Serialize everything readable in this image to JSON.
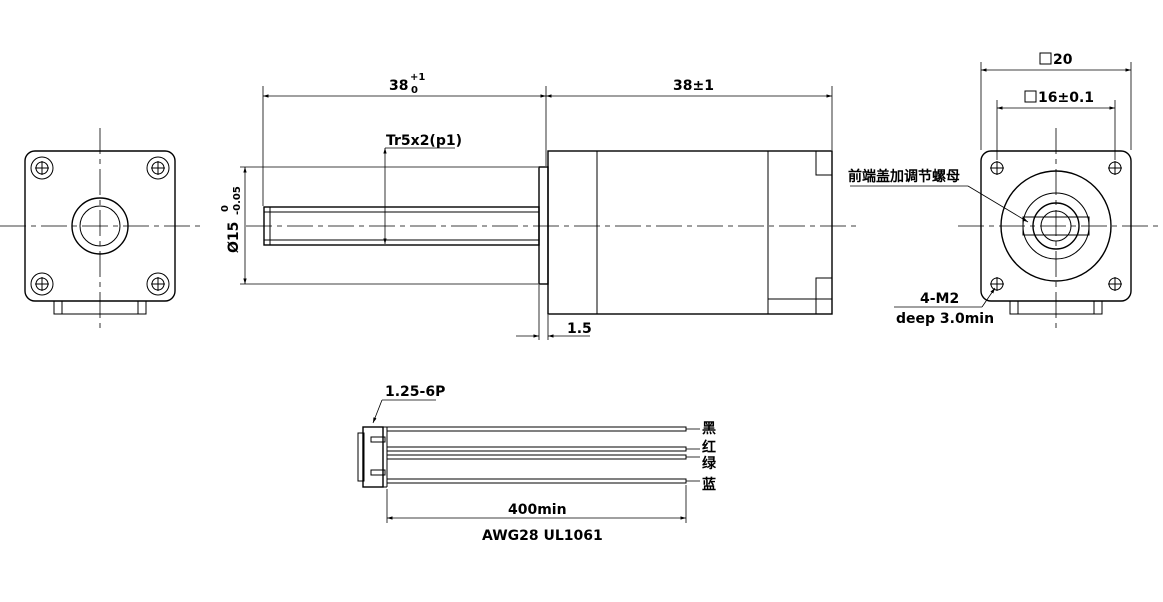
{
  "dimensions": {
    "shaft_length_main": "38",
    "shaft_length_upper_tol": "+1",
    "shaft_length_lower_tol": "0",
    "body_length": "38±1",
    "thread": "Tr5x2(p1)",
    "flange_diameter_main": "Ø15",
    "flange_diameter_upper_tol": "0",
    "flange_diameter_lower_tol": "-0.05",
    "flange_thickness": "1.5",
    "frame_size": "20",
    "hole_pitch": "16±0.1",
    "mount_holes": "4-M2",
    "mount_depth": "deep 3.0min"
  },
  "annotations": {
    "nut_label": "前端盖加调节螺母",
    "connector": "1.25-6P",
    "lead_length": "400min",
    "wire_spec": "AWG28 UL1061"
  },
  "wires": [
    {
      "color_label": "黑"
    },
    {
      "color_label": "红"
    },
    {
      "color_label": "绿"
    },
    {
      "color_label": "蓝"
    }
  ]
}
